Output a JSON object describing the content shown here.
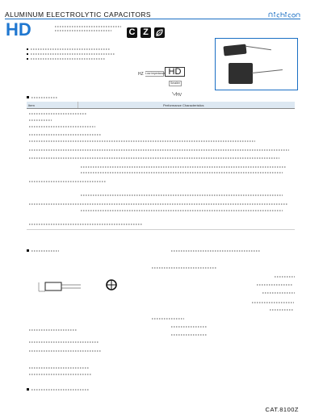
{
  "header": {
    "title": "ALUMINUM  ELECTROLYTIC  CAPACITORS",
    "brand": "nichicon"
  },
  "series": {
    "name": "HD"
  },
  "badges": [
    {
      "label": "C",
      "icon": "c-badge-icon"
    },
    {
      "label": "Z",
      "icon": "z-badge-icon"
    },
    {
      "label": "",
      "icon": "leaf-badge-icon"
    }
  ],
  "relation": {
    "left_series": "HZ",
    "center_series": "HD",
    "bottom_series": "HV",
    "low_impedance_label": "Low impedance",
    "smaller_label": "Smaller"
  },
  "spec_table": {
    "col_item": "Item",
    "col_performance": "Performance  Characteristics"
  },
  "footer": {
    "code": "CAT.8100Z"
  },
  "colors": {
    "accent": "#1f77d0",
    "rule": "#1a6fc4"
  }
}
